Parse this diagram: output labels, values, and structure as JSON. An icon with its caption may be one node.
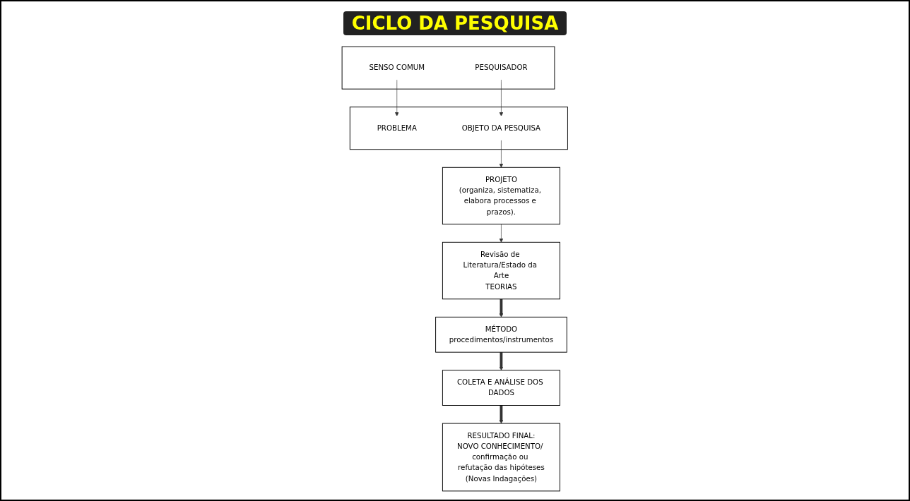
{
  "diagram": {
    "title": "CICLO DA PESQUISA",
    "nodes": [
      {
        "text": [],
        "shape": "box"
      },
      {
        "text": [
          "SENSO COMUM"
        ],
        "in": 0
      },
      {
        "text": [
          "PESQUISADOR"
        ],
        "in": 0
      },
      {
        "text": [],
        "shape": "box"
      },
      {
        "text": [
          "PROBLEMA"
        ],
        "in": 3
      },
      {
        "text": [
          "OBJETO DA PESQUISA"
        ],
        "in": 3
      },
      {
        "text": [
          "PROJETO",
          "(organiza, sistematiza, elabora processos e prazos)."
        ]
      },
      {
        "text": [
          "Revisão de Literatura/Estado da Arte",
          "TEORIAS"
        ]
      },
      {
        "text": [
          "MÉTODO",
          "procedimentos/instrumentos"
        ]
      },
      {
        "text": [
          "COLETA E ANÁLISE DOS DADOS"
        ]
      },
      {
        "text": [
          "RESULTADO FINAL:",
          "NOVO CONHECIMENTO/ confirmação ou refutação das hipóteses",
          "(Novas Indagações)"
        ]
      }
    ],
    "edges": [
      {
        "from": 1,
        "to": 4,
        "arrow": "to"
      },
      {
        "from": 2,
        "to": 5,
        "arrow": "to"
      },
      {
        "from": 5,
        "to": 6,
        "arrow": "to"
      },
      {
        "from": 6,
        "to": 7,
        "arrow": "to"
      },
      {
        "from": 7,
        "to": 8,
        "arrow": "to",
        "style": "thick"
      },
      {
        "from": 8,
        "to": 9,
        "arrow": "to",
        "style": "thick"
      },
      {
        "from": 9,
        "to": 10,
        "arrow": "to",
        "style": "thick"
      }
    ]
  }
}
